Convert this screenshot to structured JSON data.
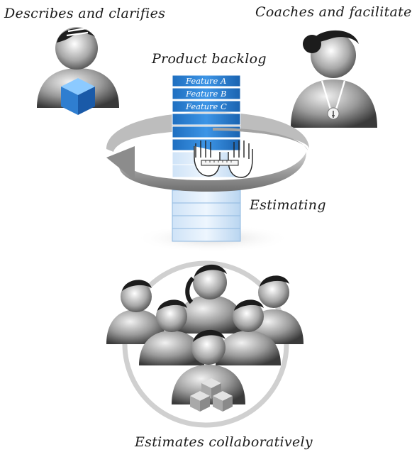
{
  "labels": {
    "product_owner": "Describes and clarifies",
    "scrum_master": "Coaches and facilitates",
    "backlog_title": "Product backlog",
    "estimating": "Estimating",
    "team": "Estimates collaboratively"
  },
  "backlog": {
    "features": [
      "Feature A",
      "Feature B",
      "Feature C"
    ]
  },
  "colors": {
    "backlog_dark": "#2a7fd0",
    "backlog_light": "#dbeafb",
    "person_gray": "#8a8a8a",
    "arrow_gray": "#9a9a9a"
  }
}
